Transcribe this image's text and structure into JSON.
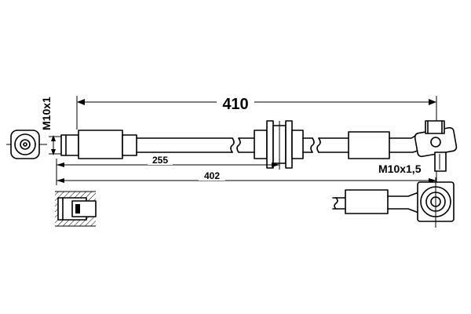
{
  "dimensions": {
    "overall_length": "410",
    "thread_left": "M10x1",
    "thread_right": "M10x1,5",
    "dim_255": "255",
    "dim_402": "402"
  }
}
